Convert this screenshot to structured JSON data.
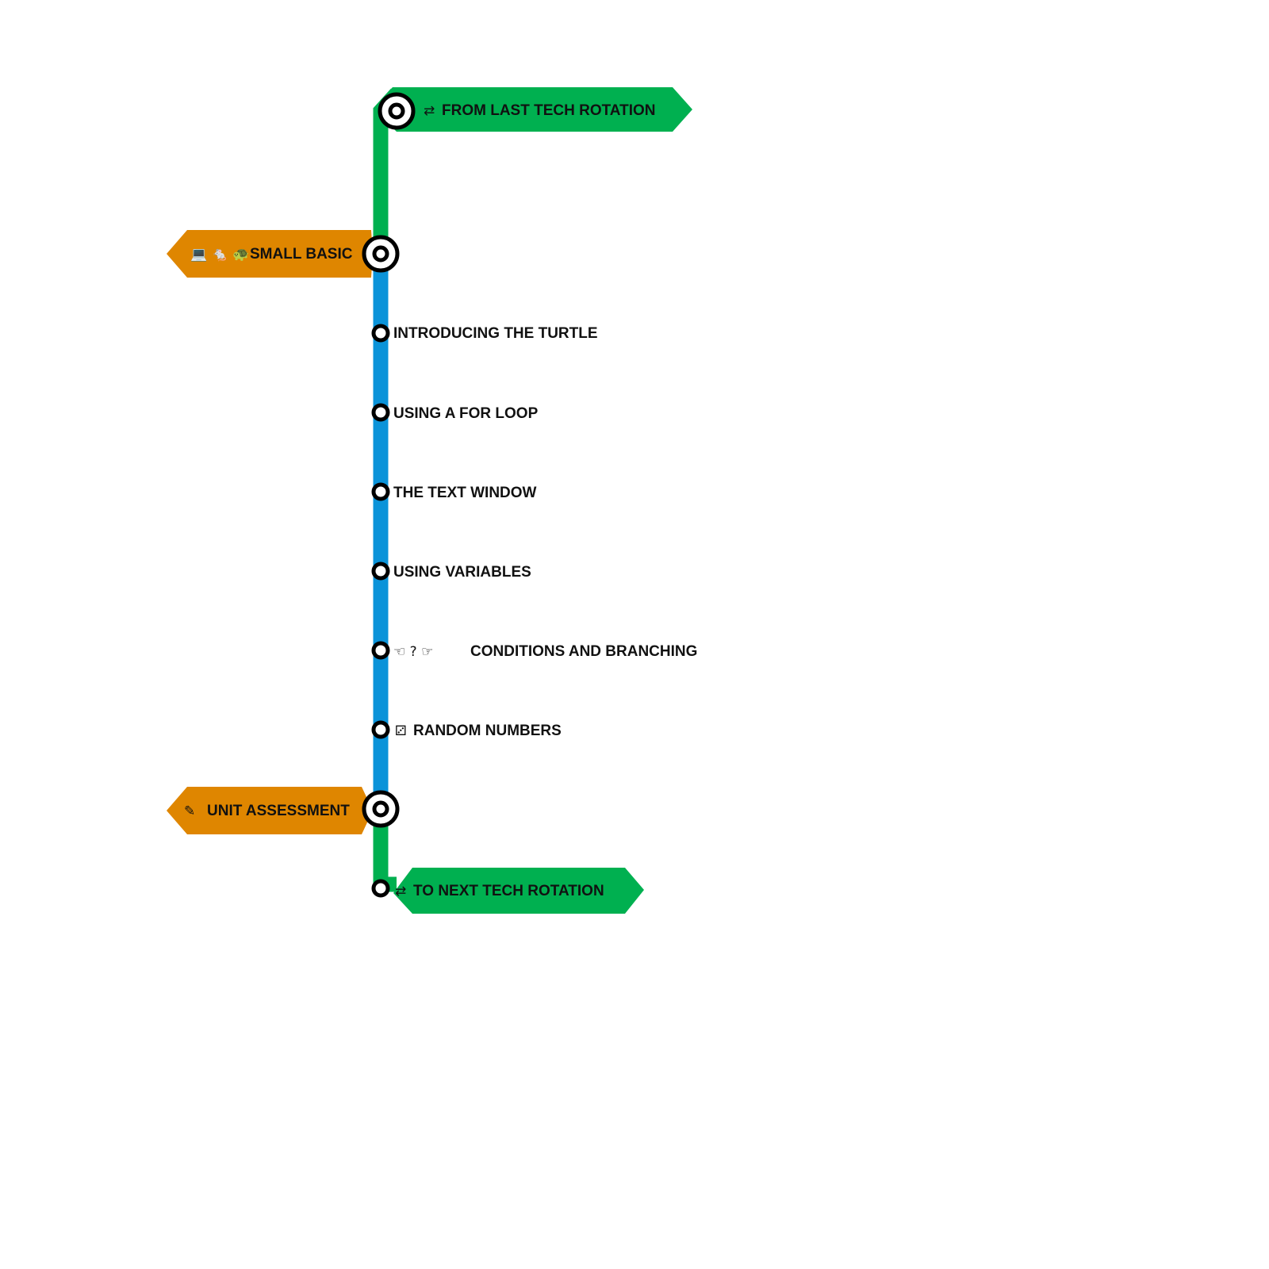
{
  "colors": {
    "green": "#00B050",
    "blue": "#0B93D9",
    "orange": "#DF8600",
    "station_ring": "#000000",
    "station_fill": "#FFFFFF",
    "text": "#111111"
  },
  "lines": [
    {
      "name": "rotation-in",
      "color": "green"
    },
    {
      "name": "small-basic",
      "color": "blue"
    },
    {
      "name": "rotation-out",
      "color": "green"
    }
  ],
  "stations": [
    {
      "id": "from-last",
      "type": "terminus",
      "label": "FROM LAST TECH ROTATION",
      "icons": "⇄",
      "icon_names": [
        "repeat-icon"
      ],
      "badge_color": "green",
      "side": "right"
    },
    {
      "id": "small-basic",
      "type": "interchange",
      "label": "SMALL BASIC",
      "icons": "💻 🐁 🐢",
      "icon_names": [
        "computer-icon",
        "mouse-icon",
        "turtle-icon"
      ],
      "badge_color": "orange",
      "side": "left"
    },
    {
      "id": "turtle",
      "type": "stop",
      "label": "INTRODUCING THE TURTLE",
      "icons": "",
      "side": "right"
    },
    {
      "id": "for-loop",
      "type": "stop",
      "label": "USING A FOR LOOP",
      "icons": "",
      "side": "right"
    },
    {
      "id": "text-window",
      "type": "stop",
      "label": "THE TEXT WINDOW",
      "icons": "",
      "side": "right"
    },
    {
      "id": "variables",
      "type": "stop",
      "label": "USING VARIABLES",
      "icons": "",
      "side": "right"
    },
    {
      "id": "conditions",
      "type": "stop",
      "label": "CONDITIONS AND BRANCHING",
      "icons": "☜ ? ☞",
      "icon_names": [
        "hand-left-icon",
        "question-icon",
        "hand-right-icon"
      ],
      "side": "right"
    },
    {
      "id": "random",
      "type": "stop",
      "label": "RANDOM NUMBERS",
      "icons": "⚂",
      "icon_names": [
        "dice-icon"
      ],
      "side": "right"
    },
    {
      "id": "assessment",
      "type": "interchange",
      "label": "UNIT ASSESSMENT",
      "icons": "✎",
      "icon_names": [
        "scroll-icon"
      ],
      "badge_color": "orange",
      "side": "left"
    },
    {
      "id": "to-next",
      "type": "stop",
      "label": "TO NEXT TECH ROTATION",
      "icons": "⇄",
      "icon_names": [
        "repeat-icon"
      ],
      "badge_color": "green",
      "side": "right"
    }
  ]
}
